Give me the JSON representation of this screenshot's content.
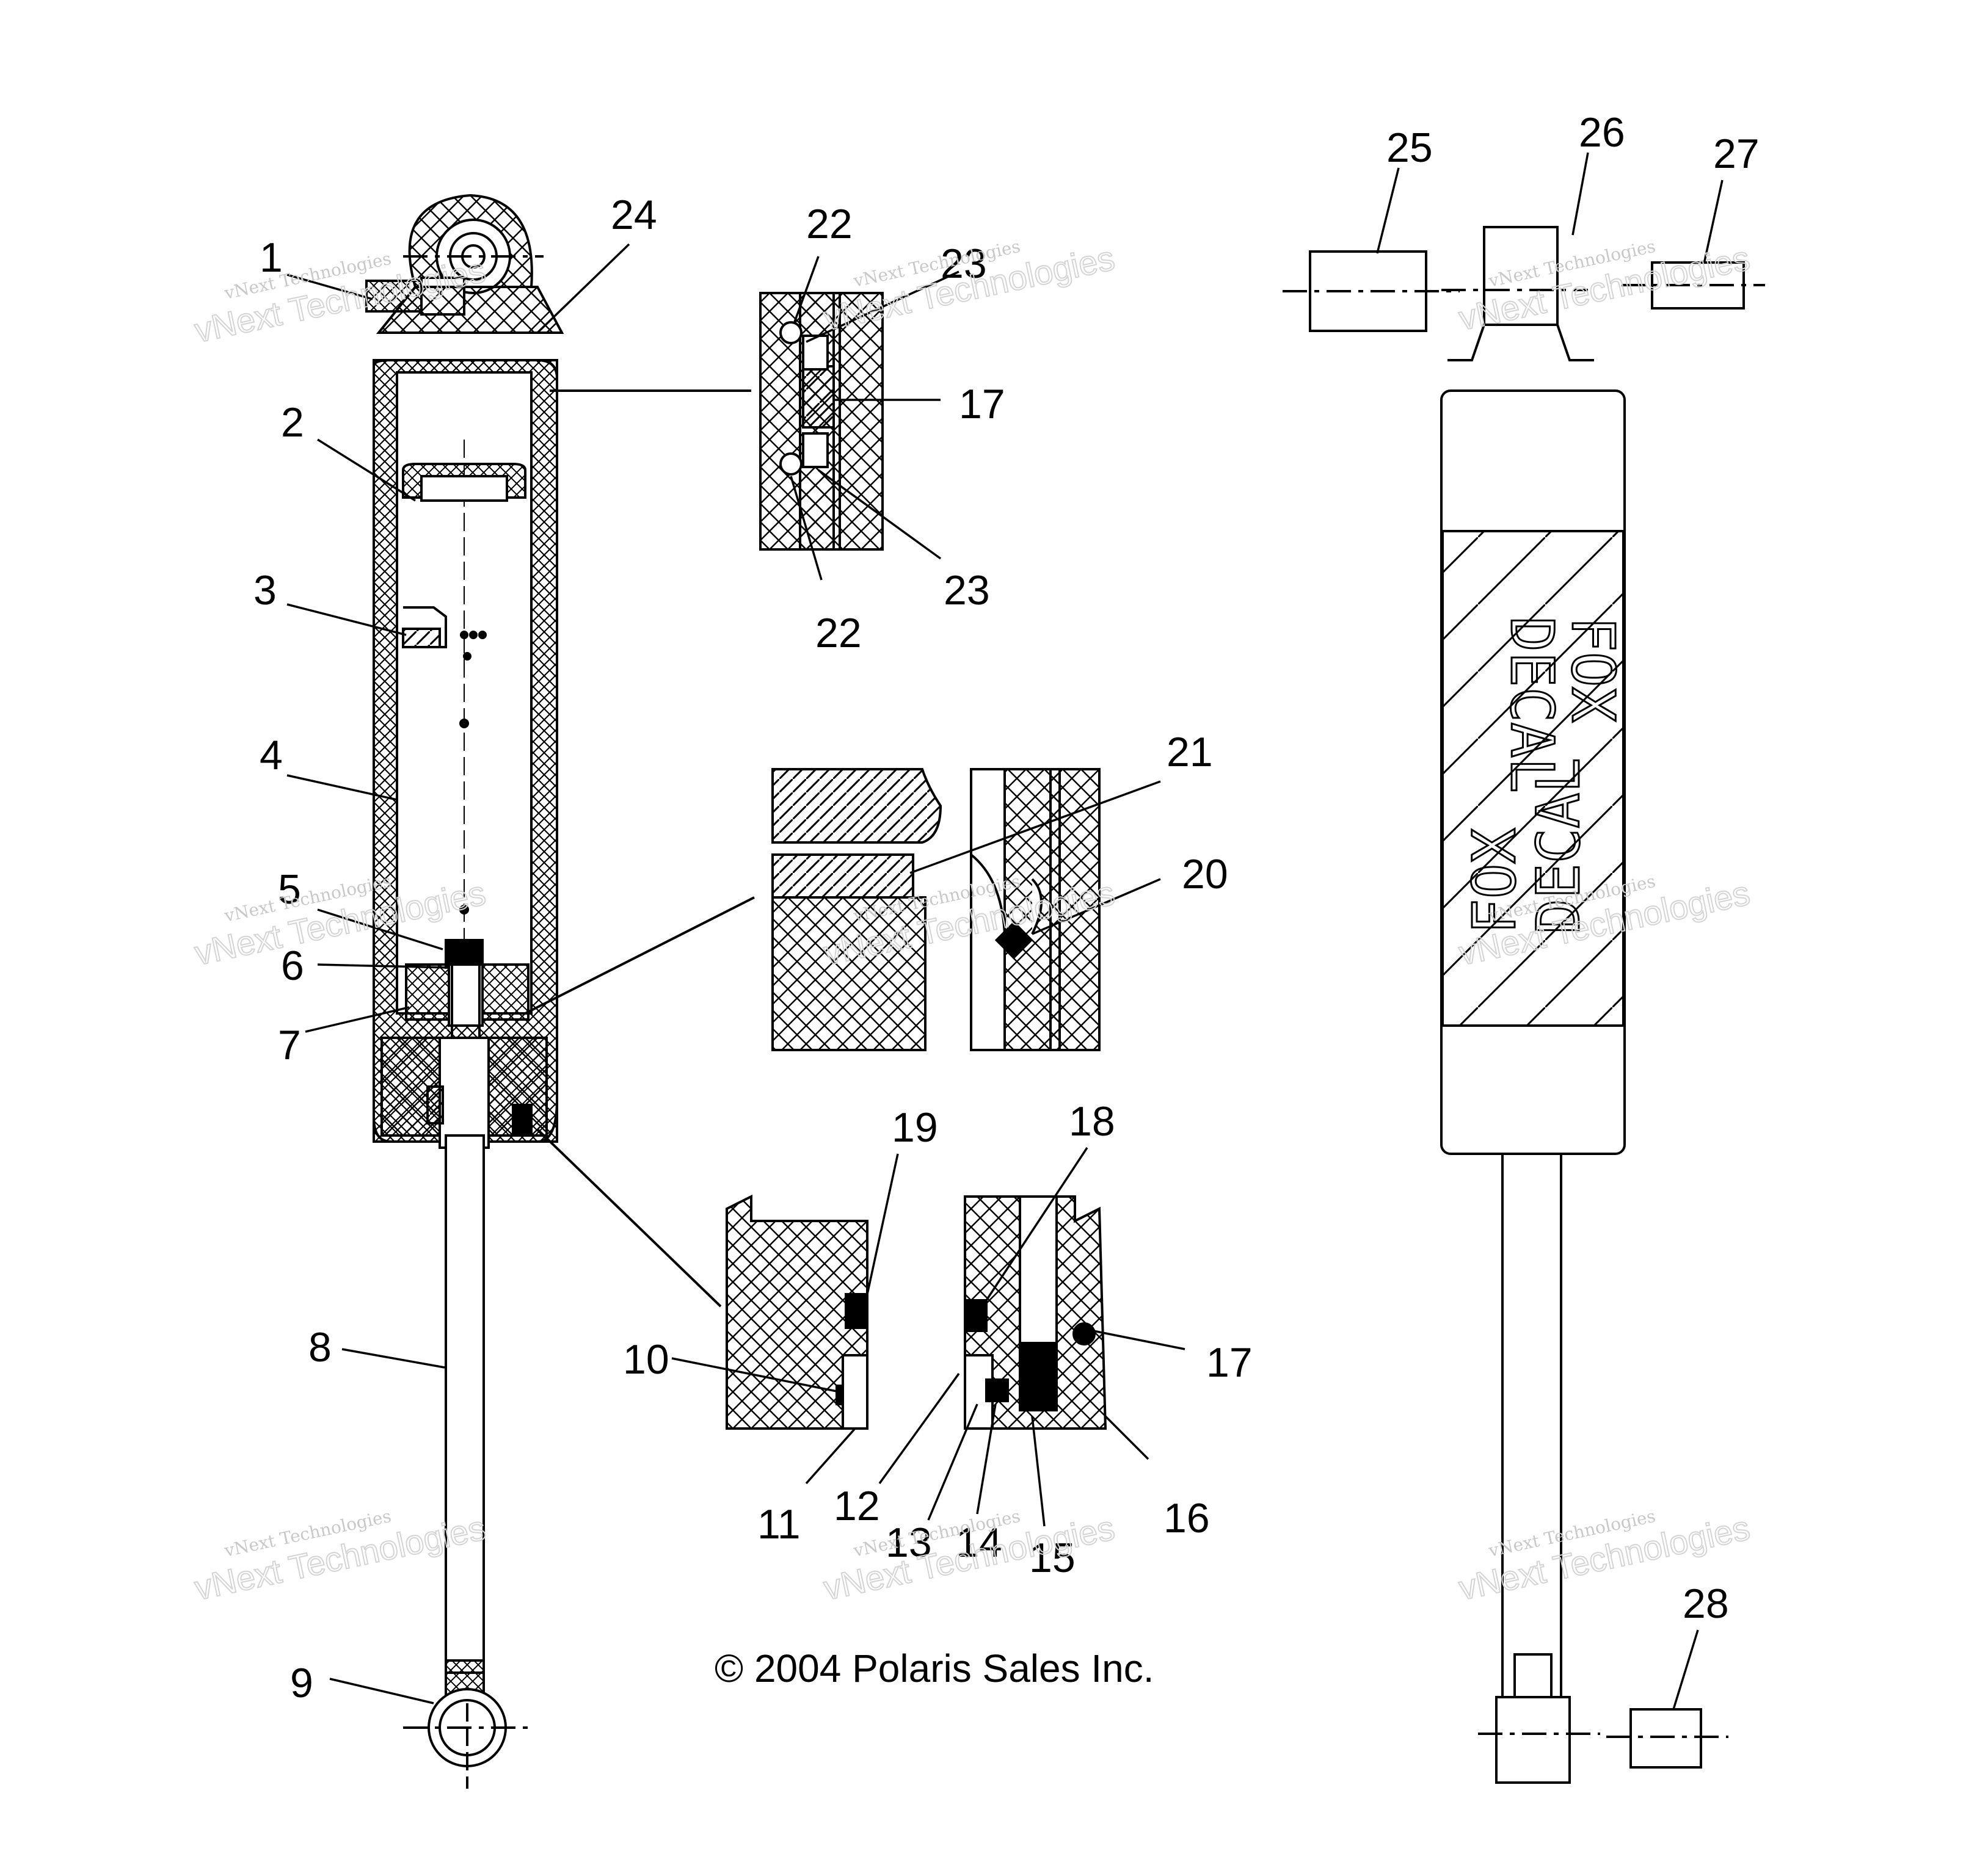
{
  "callouts": [
    {
      "id": "c1",
      "text": "1"
    },
    {
      "id": "c2",
      "text": "2"
    },
    {
      "id": "c3",
      "text": "3"
    },
    {
      "id": "c4",
      "text": "4"
    },
    {
      "id": "c5",
      "text": "5"
    },
    {
      "id": "c6",
      "text": "6"
    },
    {
      "id": "c7",
      "text": "7"
    },
    {
      "id": "c8",
      "text": "8"
    },
    {
      "id": "c9",
      "text": "9"
    },
    {
      "id": "c10",
      "text": "10"
    },
    {
      "id": "c11",
      "text": "11"
    },
    {
      "id": "c12",
      "text": "12"
    },
    {
      "id": "c13",
      "text": "13"
    },
    {
      "id": "c14",
      "text": "14"
    },
    {
      "id": "c15",
      "text": "15"
    },
    {
      "id": "c16",
      "text": "16"
    },
    {
      "id": "c17a",
      "text": "17"
    },
    {
      "id": "c17b",
      "text": "17"
    },
    {
      "id": "c18",
      "text": "18"
    },
    {
      "id": "c19",
      "text": "19"
    },
    {
      "id": "c20",
      "text": "20"
    },
    {
      "id": "c21",
      "text": "21"
    },
    {
      "id": "c22a",
      "text": "22"
    },
    {
      "id": "c22b",
      "text": "22"
    },
    {
      "id": "c23a",
      "text": "23"
    },
    {
      "id": "c23b",
      "text": "23"
    },
    {
      "id": "c24",
      "text": "24"
    },
    {
      "id": "c25",
      "text": "25"
    },
    {
      "id": "c26",
      "text": "26"
    },
    {
      "id": "c27",
      "text": "27"
    },
    {
      "id": "c28",
      "text": "28"
    }
  ],
  "copyright": "© 2004 Polaris Sales Inc.",
  "decal": {
    "line1": "FOX",
    "line2": "DECAL"
  },
  "watermark": {
    "line1": "vNext Technologies",
    "line2": "vNext Technologies"
  }
}
